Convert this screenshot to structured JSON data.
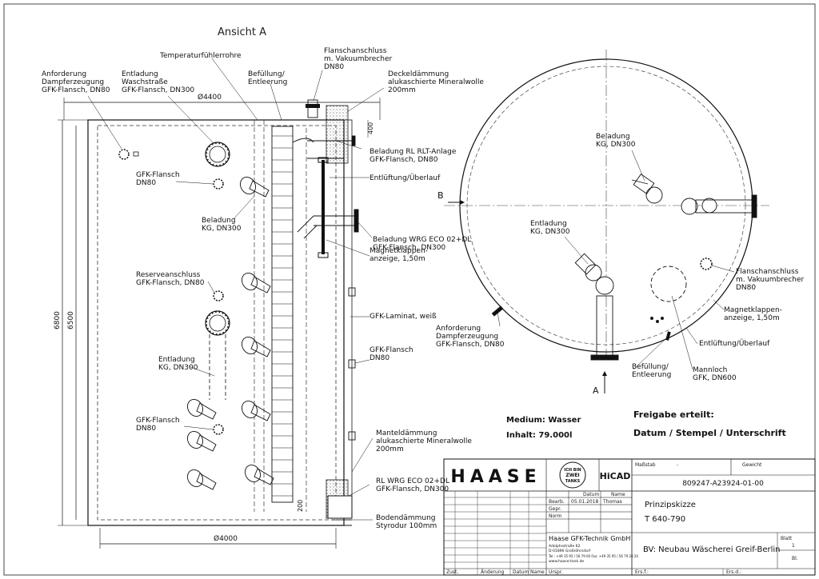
{
  "view_title": "Ansicht A",
  "dimensions": {
    "top_diameter": "Ø4400",
    "bottom_diameter": "Ø4000",
    "height_total": "6800",
    "height_inner": "6500",
    "top_offset": "400",
    "bottom_offset": "200"
  },
  "left_labels": {
    "anforderung": [
      "Anforderung",
      "Dampferzeugung",
      "GFK-Flansch, DN80"
    ],
    "entladung_wasch": [
      "Entladung",
      "Waschstraße",
      "GFK-Flansch, DN300"
    ],
    "temperatur": [
      "Temperaturfühlerrohre"
    ],
    "befuellung": [
      "Befüllung/",
      "Entleerung"
    ],
    "flansch_vakuum": [
      "Flanschanschluss",
      "m. Vakuumbrecher",
      "DN80"
    ],
    "deckel": [
      "Deckeldämmung",
      "alukaschierte Mineralwolle",
      "200mm"
    ],
    "gfk_flansch_dn80_1": [
      "GFK-Flansch",
      "DN80"
    ],
    "beladung_kg": [
      "Beladung",
      "KG, DN300"
    ],
    "beladung_rl": [
      "Beladung RL RLT-Anlage",
      "GFK-Flansch, DN80"
    ],
    "entlueftung": [
      "Entlüftung/Überlauf"
    ],
    "beladung_wrg": [
      "Beladung WRG ECO 02+DL",
      "GFK-Flansch, DN300"
    ],
    "magnet": [
      "Magnetklappen-",
      "anzeige, 1,50m"
    ],
    "reserve": [
      "Reserveanschluss",
      "GFK-Flansch, DN80"
    ],
    "laminat": [
      "GFK-Laminat, weiß"
    ],
    "gfk_flansch_dn80_2": [
      "GFK-Flansch",
      "DN80"
    ],
    "entladung_kg": [
      "Entladung",
      "KG, DN300"
    ],
    "gfk_flansch_dn80_3": [
      "GFK-Flansch",
      "DN80"
    ],
    "mantel": [
      "Manteldämmung",
      "alukaschierte Mineralwolle",
      "200mm"
    ],
    "rl_wrg": [
      "RL WRG ECO 02+DL",
      "GFK-Flansch, DN300"
    ],
    "boden": [
      "Bodendämmung",
      "Styrodur 100mm"
    ]
  },
  "right_labels": {
    "beladung": [
      "Beladung",
      "KG, DN300"
    ],
    "entladung": [
      "Entladung",
      "KG, DN300"
    ],
    "flansch": [
      "Flanschanschluss",
      "m. Vakuumbrecher",
      "DN80"
    ],
    "magnet": [
      "Magnetklappen-",
      "anzeige, 1,50m"
    ],
    "entlueftung": [
      "Entlüftung/Überlauf"
    ],
    "anforderung": [
      "Anforderung",
      "Dampferzeugung",
      "GFK-Flansch, DN80"
    ],
    "befuellung": [
      "Befüllung/",
      "Entleerung"
    ],
    "mannloch": [
      "Mannloch",
      "GFK, DN600"
    ],
    "arrow_b": "B",
    "arrow_a": "A"
  },
  "info": {
    "medium": "Medium: Wasser",
    "inhalt": "Inhalt: 79.000l",
    "freigabe": "Freigabe erteilt:",
    "signature": "Datum /  Stempel /  Unterschrift"
  },
  "title_block": {
    "logo": "HAASE",
    "badge_lines": [
      "ICH BIN",
      "ZWEI",
      "TANKS"
    ],
    "cad": "HiCAD",
    "massstab_label": "Maßstab",
    "massstab_value": "-",
    "gewicht_label": "Gewicht",
    "drawing_number": "809247-A23924-01-00",
    "col_datum": "Datum",
    "col_name": "Name",
    "row_bearb": "Bearb.",
    "row_gepr": "Gepr.",
    "row_norm": "Norm",
    "bearb_date": "05.01.2018",
    "bearb_name": "Thomas",
    "title1": "Prinzipskizze",
    "title2": "T 640-790",
    "company": "Haase GFK-Technik GmbH",
    "addr1": "Adolphsstraße 62",
    "addr2": "D-01896 Großröhrsdorf",
    "addr3": "Tel.: +49 35 95 / 56 79 00   Fax: +49 35 95 / 56 79 20 20",
    "addr4": "www.haase-tank.de",
    "project": "BV: Neubau Wäscherei Greif-Berlin",
    "blatt_label": "Blatt",
    "blatt_value": "1",
    "bl_label": "Bl.",
    "zust": "Zust.",
    "aenderung": "Änderung",
    "datum": "Datum",
    "name": "Name",
    "urspr": "Urspr.",
    "ers_fuer": "Ers.f.:",
    "ers_durch": "Ers.d.:"
  }
}
